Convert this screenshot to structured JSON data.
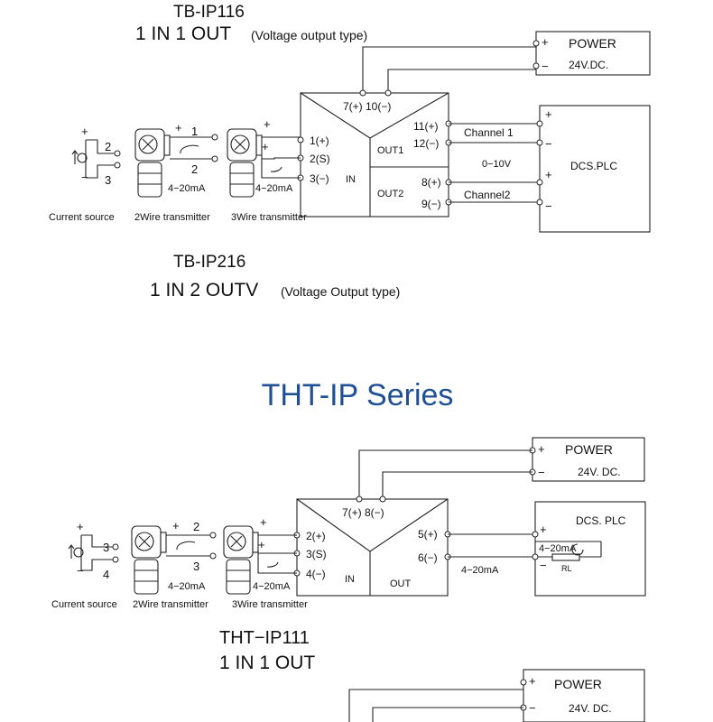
{
  "colors": {
    "series_title": "#1f4f96",
    "line": "#222222"
  },
  "top": {
    "model": "TB-IP116",
    "subtitle_main": "1 IN 1 OUT",
    "subtitle_paren": "(Voltage output type)",
    "power_label": "POWER",
    "power_voltage": "24V.DC.",
    "power_plus": "+",
    "power_minus": "−",
    "power_terminals": "7(+)  10(−)",
    "in_label": "IN",
    "in_terminals": [
      "1(+)",
      "2(S)",
      "3(−)"
    ],
    "out1_label": "OUT1",
    "out2_label": "OUT2",
    "out1_terminals": [
      "11(+)",
      "12(−)"
    ],
    "out2_terminals": [
      "8(+)",
      "9(−)"
    ],
    "channel1": "Channel 1",
    "channel2": "Channel2",
    "range": "0−10V",
    "dcs_label": "DCS.PLC",
    "src_numbers": [
      "2",
      "3"
    ],
    "tx2_numbers": [
      "1",
      "2"
    ],
    "tx2_current": "4−20mA",
    "tx3_current": "4−20mA",
    "captions": [
      "Current source",
      "2Wire transmitter",
      "3Wire transmitter"
    ]
  },
  "mid": {
    "model": "TB-IP216",
    "subtitle_main": "1 IN 2 OUTV",
    "subtitle_paren": "(Voltage Output type)"
  },
  "series_title": "THT-IP Series",
  "bottom": {
    "power_label": "POWER",
    "power_voltage": "24V. DC.",
    "power_terminals": "7(+)  8(−)",
    "in_label": "IN",
    "out_label": "OUT",
    "in_terminals": [
      "2(+)",
      "3(S)",
      "4(−)"
    ],
    "out_terminals": [
      "5(+)",
      "6(−)"
    ],
    "out_current": "4−20mA",
    "dcs_label": "DCS. PLC",
    "dcs_current": "4−20mA",
    "rl_label": "RL",
    "src_numbers": [
      "3",
      "4"
    ],
    "tx2_numbers": [
      "2",
      "3"
    ],
    "tx2_current": "4−20mA",
    "tx3_current": "4−20mA",
    "captions": [
      "Current source",
      "2Wire transmitter",
      "3Wire transmitter"
    ]
  },
  "footer": {
    "model": "THT−IP111",
    "subtitle": "1 IN 1 OUT",
    "power_label": "POWER",
    "power_voltage": "24V. DC."
  }
}
